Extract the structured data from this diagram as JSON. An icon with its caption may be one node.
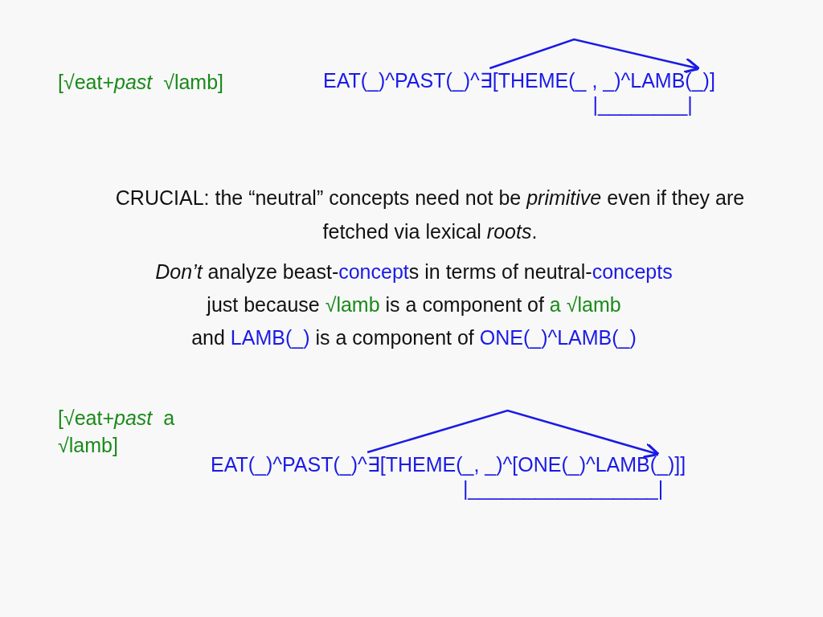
{
  "diagram": {
    "nodes": [
      {
        "text": [
          "EAT(_)^PAST(_)^∃[THEME(_ , _)^LAMB(_)]",
          "|________|"
        ]
      },
      {
        "text": [
          "EAT(_)^PAST(_)^∃[THEME(_, _)^[ONE(_)^LAMB(_)]]",
          "|_________________|"
        ]
      }
    ],
    "edges": [
      {
        "from": 0,
        "to": 0,
        "arrow": "to"
      },
      {
        "from": 1,
        "to": 1,
        "arrow": "to"
      }
    ],
    "labels": [
      "[√eat+*past*  √lamb]",
      "CRUCIAL: the “neutral” concepts need not be *primitive* even if they are fetched via lexical *roots*.",
      "*Don’t* analyze beast-",
      "concept",
      "s in terms of neutral-",
      "concepts",
      "just because",
      "√lamb",
      "is a component of",
      "a √lamb",
      "and",
      "LAMB(_)",
      "is a component of",
      "ONE(_)^LAMB(_)",
      "[√eat+*past*  a √lamb]"
    ]
  }
}
